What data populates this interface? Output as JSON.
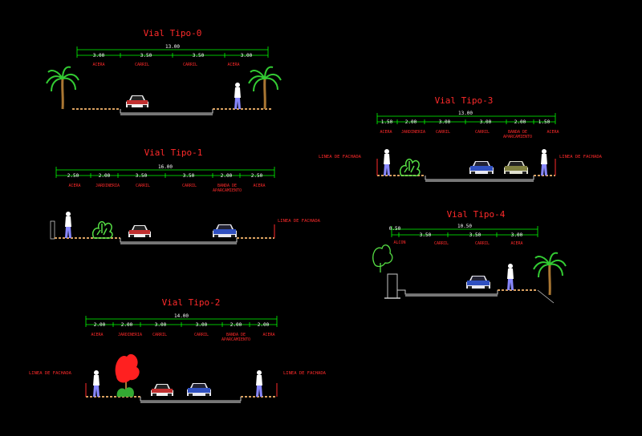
{
  "colors": {
    "background": "#000000",
    "title": "#ff2a2a",
    "dimension_line": "#00ff00",
    "dimension_text": "#ffffff",
    "label": "#ff2a2a",
    "ground": "#c8c8c8",
    "sidewalk": "#d8a060",
    "palm": "#33cc33",
    "shrub": "#55dd44",
    "flower_tree": "#ff2020"
  },
  "facade_label": "LINEA DE FACHADA",
  "sections": {
    "t0": {
      "title": "Vial Tipo-0",
      "total": "13.00",
      "dims": [
        "3.00",
        "3.50",
        "3.50",
        "3.00"
      ],
      "labels": [
        "ACERA",
        "CARRIL",
        "CARRIL",
        "ACERA"
      ]
    },
    "t1": {
      "title": "Vial Tipo-1",
      "total": "16.00",
      "dims": [
        "2.50",
        "2.00",
        "3.50",
        "3.50",
        "2.00",
        "2.50"
      ],
      "labels": [
        "ACERA",
        "JARDINERIA",
        "CARRIL",
        "CARRIL",
        "BANDA DE",
        "ACERA"
      ],
      "label_extra": "APARCAMIENTO"
    },
    "t2": {
      "title": "Vial Tipo-2",
      "total": "14.00",
      "dims": [
        "2.00",
        "2.00",
        "3.00",
        "3.00",
        "2.00",
        "2.00"
      ],
      "labels": [
        "ACERA",
        "JARDINERIA",
        "CARRIL",
        "CARRIL",
        "BANDA DE",
        "ACERA"
      ],
      "label_extra": "APARCAMIENTO"
    },
    "t3": {
      "title": "Vial Tipo-3",
      "total": "13.00",
      "dims": [
        "1.50",
        "2.00",
        "3.00",
        "3.00",
        "2.00",
        "1.50"
      ],
      "labels": [
        "ACERA",
        "JARDINERIA",
        "CARRIL",
        "CARRIL",
        "BANDA DE",
        "ACERA"
      ],
      "label_extra": "APARCAMIENTO"
    },
    "t4": {
      "title": "Vial Tipo-4",
      "total": "10.50",
      "dims": [
        "0.50",
        "3.50",
        "3.50",
        "3.00"
      ],
      "labels": [
        "ALCON",
        "CARRIL",
        "CARRIL",
        "ACERA"
      ]
    }
  }
}
